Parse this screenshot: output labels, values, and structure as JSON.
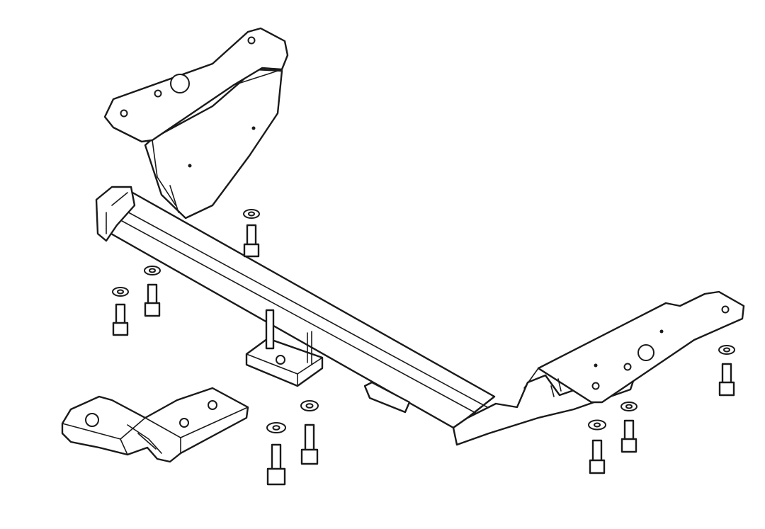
{
  "diagram": {
    "colors": {
      "line": "#1a1a1a",
      "background": "#ffffff"
    },
    "parts": [
      "crossbar-tube",
      "left-mounting-bracket",
      "right-mounting-bracket",
      "ball-mount",
      "center-bracket"
    ],
    "hardware_count": {
      "bolts": 9
    }
  }
}
